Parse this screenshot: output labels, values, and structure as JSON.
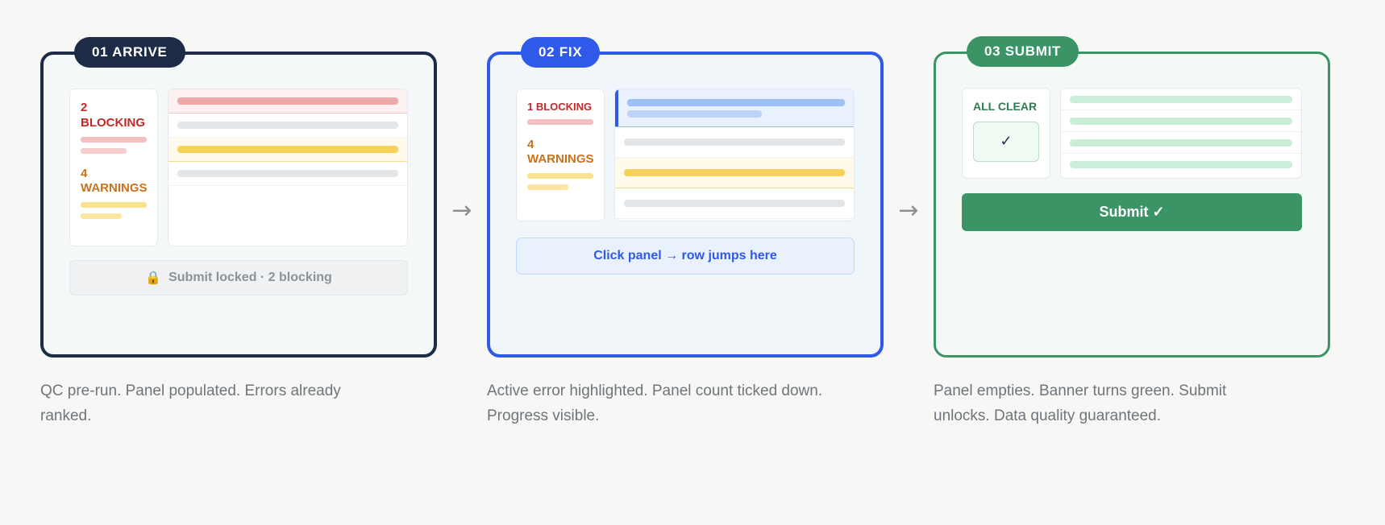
{
  "background": "#f7f7f5",
  "arrow_glyph": "→",
  "colors": {
    "dark": "#1e2b47",
    "blue": "#2f59e8",
    "green": "#3b9466",
    "error_red": "#c42828",
    "warning_amber": "#c9711b",
    "caption_gray": "#6f757c"
  },
  "steps": [
    {
      "badge": "01 ARRIVE",
      "accent": "dark",
      "panel": {
        "blocking_count": "2",
        "blocking_label": "BLOCKING",
        "warning_count": "4",
        "warning_label": "WARNINGS"
      },
      "table_rows": [
        {
          "type": "error"
        },
        {
          "type": "neutral"
        },
        {
          "type": "warning"
        },
        {
          "type": "neutral"
        }
      ],
      "footer": {
        "kind": "locked",
        "icon": "🔒",
        "text": "Submit locked · 2 blocking"
      },
      "caption": "QC pre-run. Panel populated. Errors already ranked."
    },
    {
      "badge": "02 FIX",
      "accent": "blue",
      "panel": {
        "blocking_inline": "1 BLOCKING",
        "warning_count": "4",
        "warning_label": "WARNINGS"
      },
      "table_rows": [
        {
          "type": "active"
        },
        {
          "type": "neutral"
        },
        {
          "type": "warning"
        },
        {
          "type": "neutral"
        }
      ],
      "footer": {
        "kind": "hint",
        "text": "Click panel → row jumps here"
      },
      "caption": "Active error highlighted. Panel count ticked down. Progress visible."
    },
    {
      "badge": "03 SUBMIT",
      "accent": "green",
      "panel": {
        "all_clear_label": "ALL CLEAR",
        "check_glyph": "✓"
      },
      "table_rows": [
        {
          "type": "clear"
        },
        {
          "type": "clear"
        },
        {
          "type": "clear"
        },
        {
          "type": "clear"
        }
      ],
      "footer": {
        "kind": "submit",
        "text": "Submit ✓"
      },
      "caption": "Panel empties. Banner turns green. Submit unlocks. Data quality guaranteed."
    }
  ]
}
